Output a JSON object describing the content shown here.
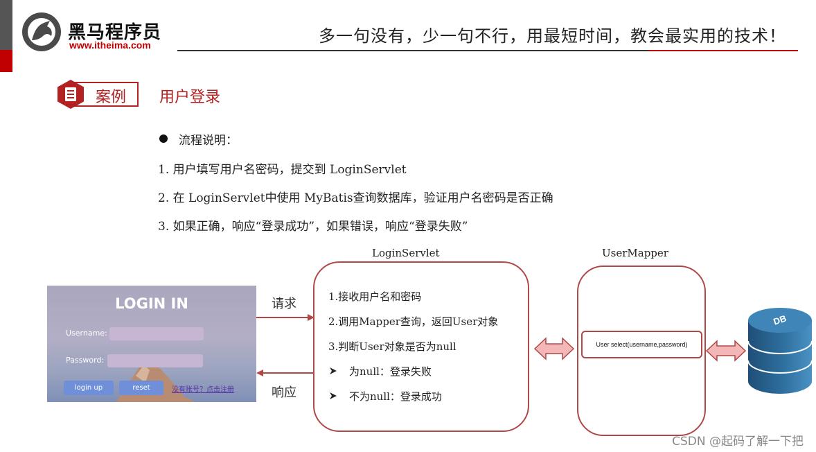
{
  "header": {
    "logo_cn": "黑马程序员",
    "logo_url": "www.itheima.com",
    "slogan": "多一句没有，少一句不行，用最短时间，教会最实用的技术！"
  },
  "case": {
    "badge": "案例",
    "title": "用户登录"
  },
  "steps": {
    "heading": "流程说明：",
    "items": [
      "1.  用户填写用户名密码，提交到 LoginServlet",
      "2.  在 LoginServlet中使用 MyBatis查询数据库，验证用户名密码是否正确",
      "3.  如果正确，响应“登录成功”，如果错误，响应“登录失败”"
    ]
  },
  "login_panel": {
    "title": "LOGIN IN",
    "username_label": "Username:",
    "password_label": "Password:",
    "login_button": "login up",
    "reset_button": "reset",
    "register_link": "没有账号？点击注册"
  },
  "arrows": {
    "request": "请求",
    "response": "响应"
  },
  "login_servlet": {
    "title": "LoginServlet",
    "lines": [
      "1.接收用户名和密码",
      "2.调用Mapper查询，返回User对象",
      "3.判断User对象是否为null"
    ],
    "sub_items": [
      "为null：登录失败",
      "不为null：登录成功"
    ]
  },
  "user_mapper": {
    "title": "UserMapper",
    "method": "User select(username,password)"
  },
  "database": {
    "label": "DB"
  },
  "watermark": "CSDN @起码了解一下把",
  "colors": {
    "accent_red": "#c00000",
    "box_border": "#b04848",
    "double_arrow_fill": "#f4b7b7",
    "db_blue": "#2e6f9e"
  }
}
